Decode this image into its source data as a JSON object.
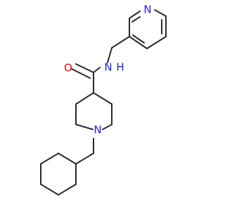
{
  "molecule": {
    "atoms": {
      "pyridine_n": "N",
      "amide_o": "O",
      "amide_n": "N",
      "amide_h": "H",
      "piperidine_n": "N"
    },
    "colors": {
      "bond": "#2b2b2b",
      "nitrogen": "#1f1fe6",
      "oxygen": "#ff0000"
    }
  }
}
